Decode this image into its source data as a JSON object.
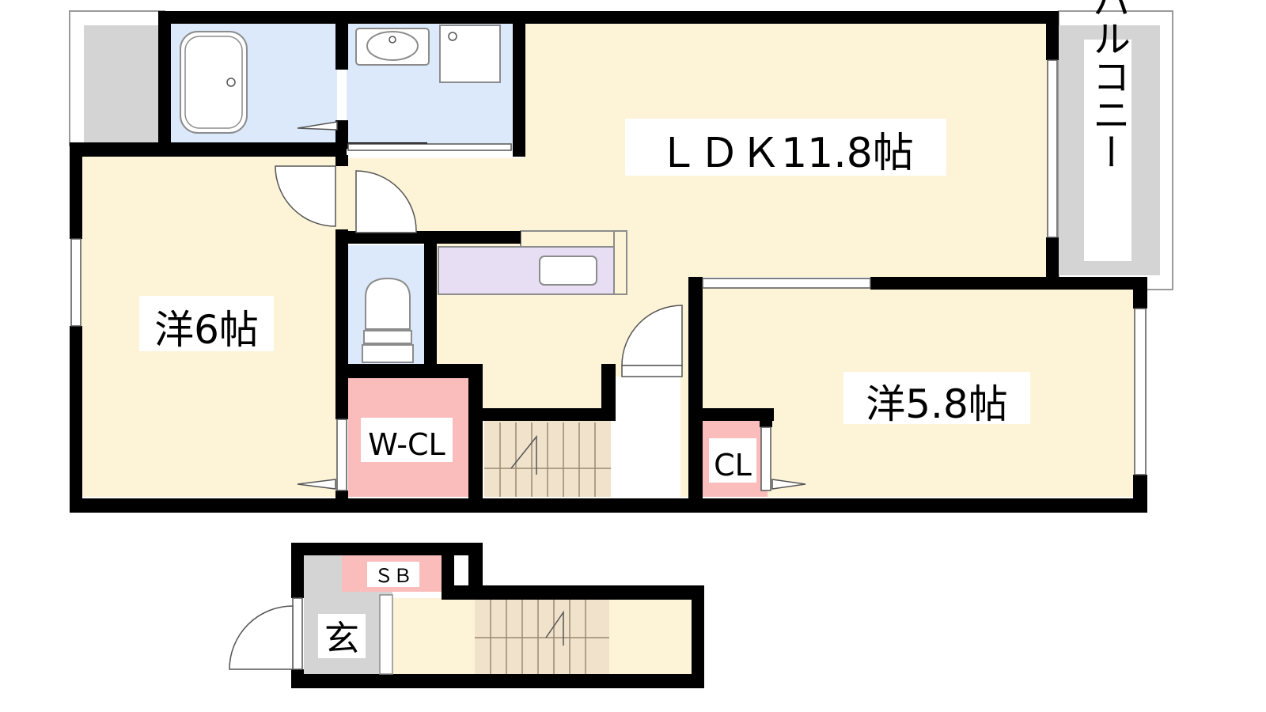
{
  "rooms": {
    "ldk": "ＬＤＫ11.8帖",
    "western_left": "洋6帖",
    "western_right": "洋5.8帖",
    "walk_in_closet": "W-CL",
    "closet": "CL",
    "shoe_box": "ＳＢ",
    "entrance": "玄",
    "balcony": "バルコニー"
  },
  "colors": {
    "wall": "#000000",
    "room_floor": "#fdf3d6",
    "wet_area": "#dbe9fb",
    "closet": "#fbbcbc",
    "kitchen": "#e8def3",
    "balcony": "#d4d4d4",
    "entrance": "#d4d4d4",
    "stairs": "#f0e2cb"
  }
}
